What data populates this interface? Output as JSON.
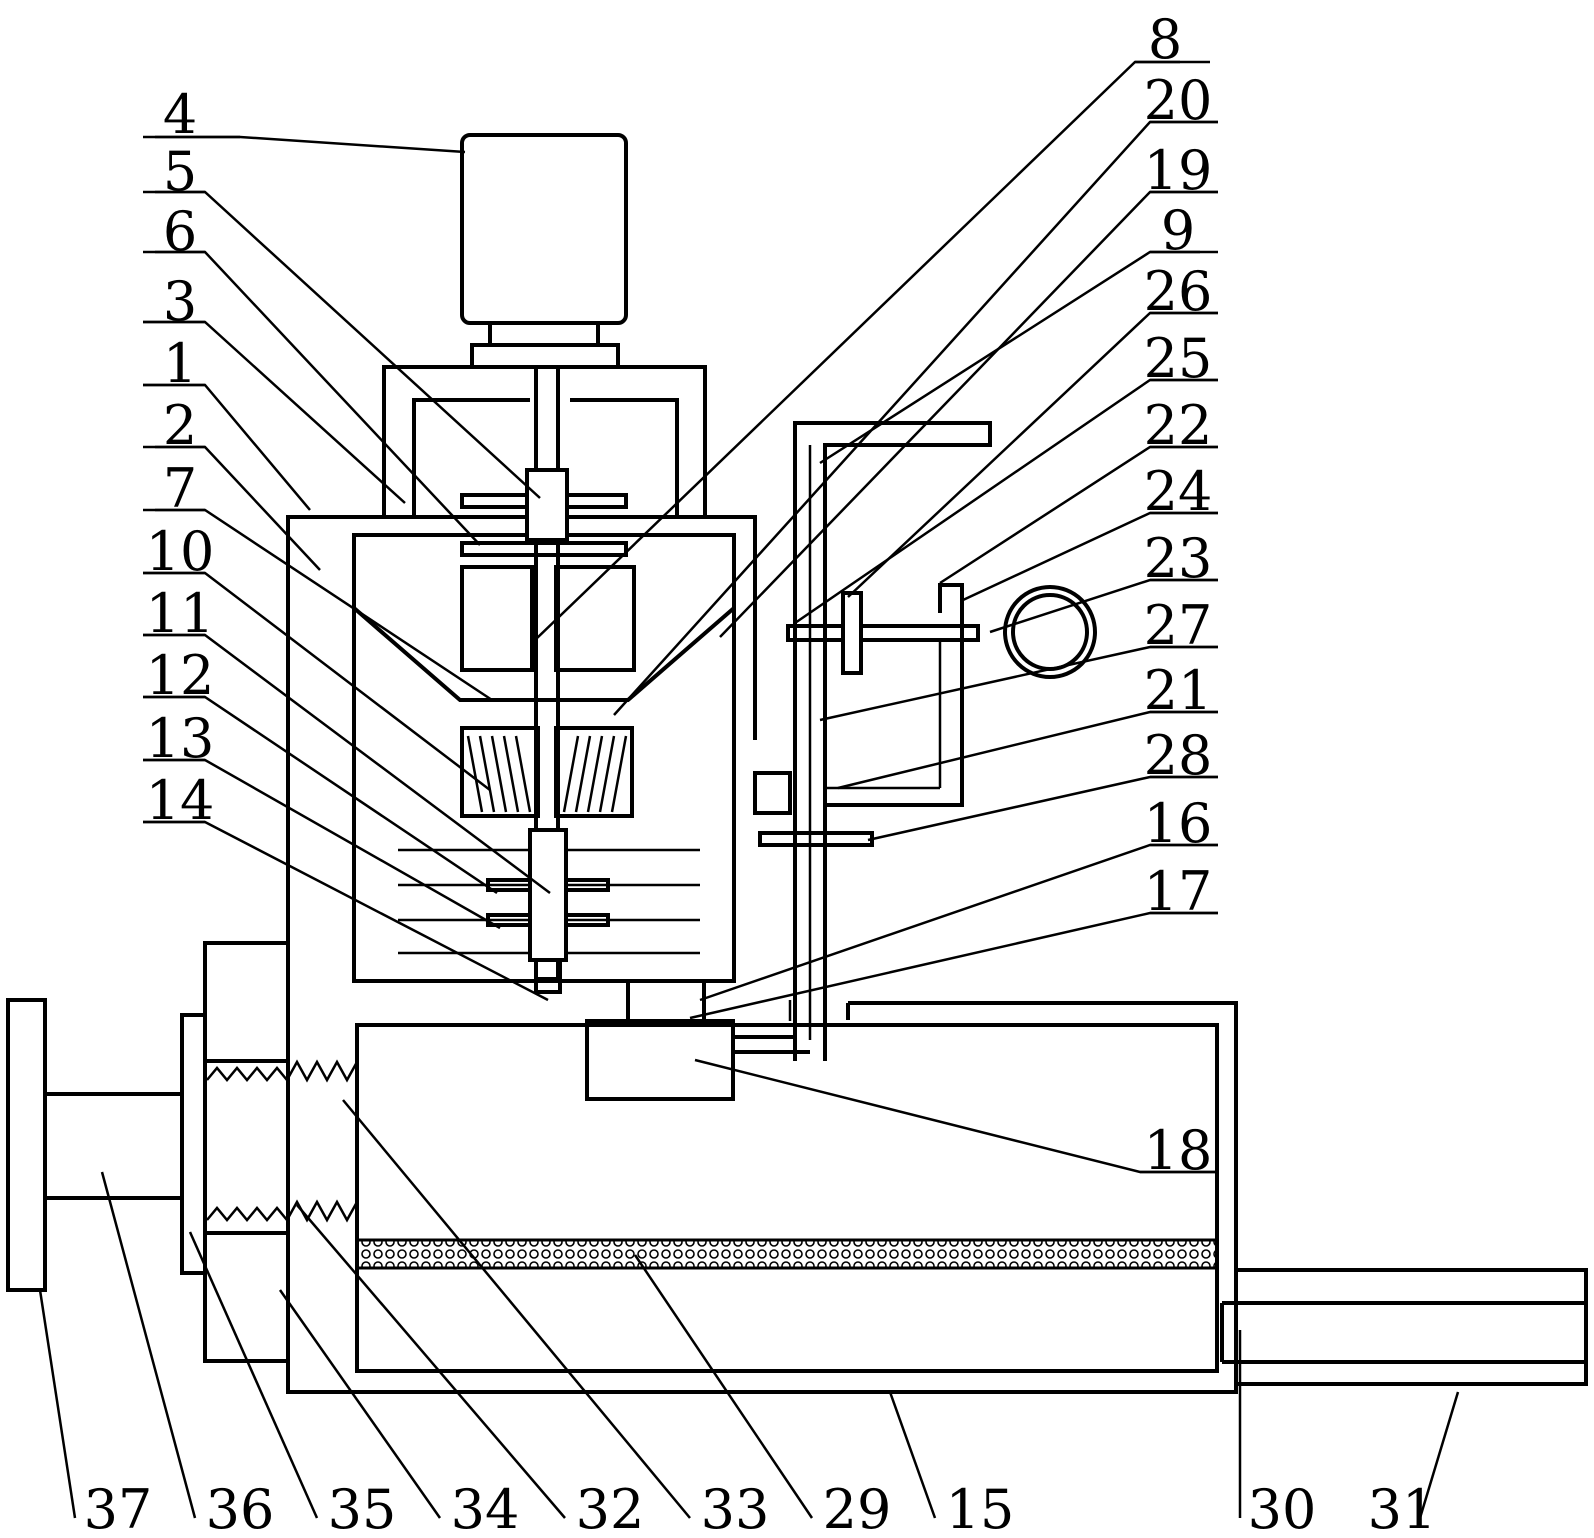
{
  "figure": {
    "labels": [
      "4",
      "5",
      "6",
      "3",
      "1",
      "2",
      "7",
      "10",
      "11",
      "12",
      "13",
      "14",
      "8",
      "20",
      "19",
      "9",
      "26",
      "25",
      "22",
      "24",
      "23",
      "27",
      "21",
      "28",
      "16",
      "17",
      "18",
      "37",
      "36",
      "35",
      "34",
      "32",
      "33",
      "29",
      "15",
      "30",
      "31"
    ]
  }
}
